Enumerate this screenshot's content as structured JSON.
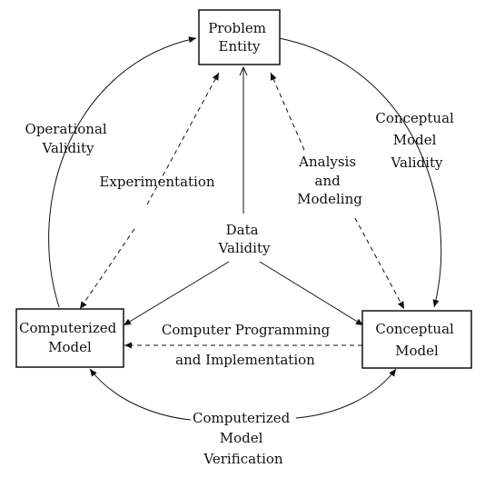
{
  "nodes": {
    "problem_entity": [
      "Problem",
      "Entity"
    ],
    "computerized_model": [
      "Computerized",
      "Model"
    ],
    "conceptual_model": [
      "Conceptual",
      "Model"
    ]
  },
  "edges": {
    "operational_validity": [
      "Operational",
      "Validity"
    ],
    "experimentation": [
      "Experimentation"
    ],
    "conceptual_model_validity": [
      "Conceptual",
      "Model",
      "Validity"
    ],
    "analysis_and_modeling": [
      "Analysis",
      "and",
      "Modeling"
    ],
    "data_validity": [
      "Data",
      "Validity"
    ],
    "computer_programming": [
      "Computer Programming",
      "and Implementation"
    ],
    "computerized_model_verification": [
      "Computerized",
      "Model",
      "Verification"
    ]
  }
}
